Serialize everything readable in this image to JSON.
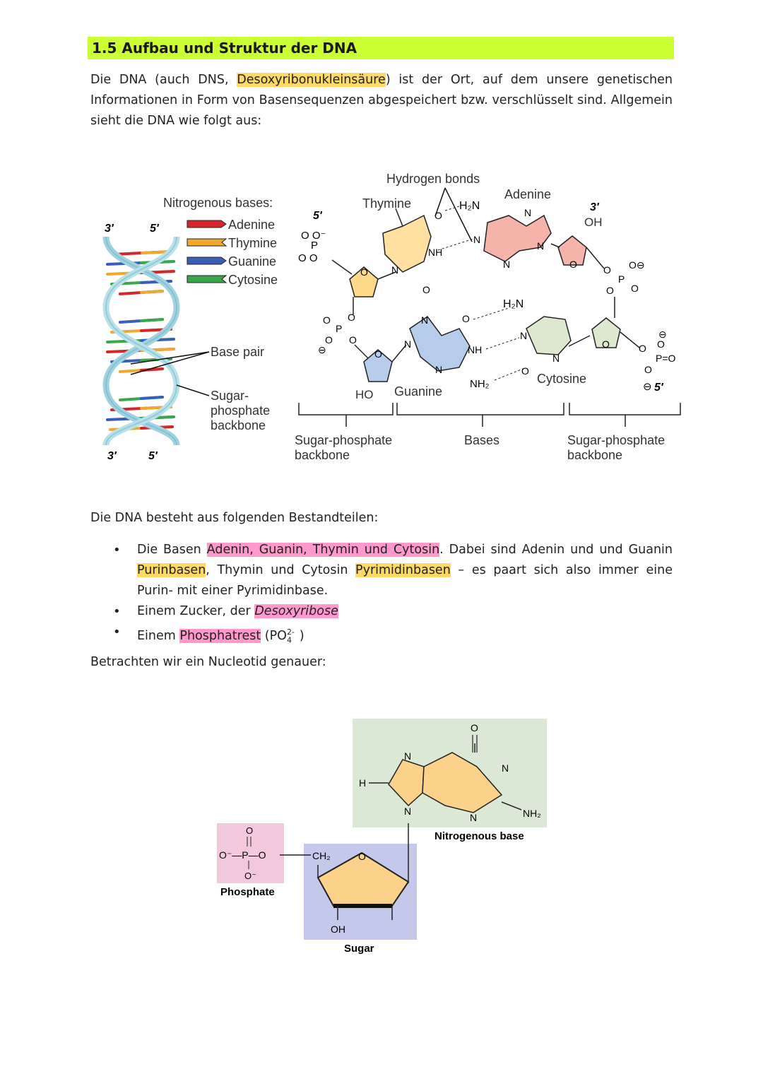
{
  "heading": "1.5 Aufbau und Struktur der DNA",
  "intro": {
    "before": "Die DNA (auch DNS, ",
    "term": "Desoxyribonukleinsäure",
    "after": ") ist der Ort, auf dem unsere genetischen Informationen in Form von Basensequenzen abgespeichert bzw. verschlüsselt sind. Allgemein sieht die DNA wie folgt aus:"
  },
  "figure1": {
    "helix_labels": {
      "top_left": "3′",
      "top_right": "5′",
      "bottom_left": "3′",
      "bottom_right": "5′"
    },
    "legend_title": "Nitrogenous bases:",
    "legend": [
      {
        "name": "Adenine",
        "color": "#d7262b"
      },
      {
        "name": "Thymine",
        "color": "#f0a830"
      },
      {
        "name": "Guanine",
        "color": "#3a5fb8"
      },
      {
        "name": "Cytosine",
        "color": "#3aa84a"
      }
    ],
    "base_pair": "Base pair",
    "backbone_left": [
      "Sugar-",
      "phosphate",
      "backbone"
    ],
    "hydrogen_bonds": "Hydrogen bonds",
    "thymine": "Thymine",
    "adenine": "Adenine",
    "guanine": "Guanine",
    "cytosine": "Cytosine",
    "five_prime": "5′",
    "three_prime": "3′",
    "oh": "OH",
    "ho": "HO",
    "bottom_backbone": [
      "Sugar-phosphate",
      "backbone"
    ],
    "bases": "Bases",
    "colors": {
      "thymine": "#ffe0a0",
      "adenine": "#f5b3aa",
      "guanine": "#b5cdeb",
      "cytosine": "#dde8cf",
      "sugar": "#ffd98a"
    }
  },
  "section2": "Die DNA besteht aus folgenden Bestandteilen:",
  "bullets": {
    "b1": {
      "before": "Die Basen ",
      "bases": "Adenin, Guanin, Thymin und Cytosin",
      "mid1": ". Dabei sind Adenin und und Guanin ",
      "purin": "Purinbasen",
      "mid2": ", Thymin und Cytosin ",
      "pyrimidin": "Pyrimidinbasen",
      "after": " – es paart sich also immer eine Purin- mit einer Pyrimidinbase."
    },
    "b2": {
      "before": "Einem Zucker, der ",
      "term": "Desoxyribose"
    },
    "b3": {
      "before": "Einem ",
      "term": "Phosphatrest",
      "formula": "(PO",
      "sub": "4",
      "sup": "2-",
      "close": ")"
    }
  },
  "section3": "Betrachten wir ein Nucleotid genauer:",
  "figure2": {
    "nitrogenous_base": "Nitrogenous base",
    "phosphate": "Phosphate",
    "sugar": "Sugar",
    "ch2": "CH₂",
    "oh": "OH",
    "nh2": "NH₂",
    "colors": {
      "base_bg": "#dbe8d6",
      "phosphate_bg": "#f2c9dc",
      "sugar_bg": "#c4c8ea",
      "ring": "#fcd28a"
    }
  }
}
